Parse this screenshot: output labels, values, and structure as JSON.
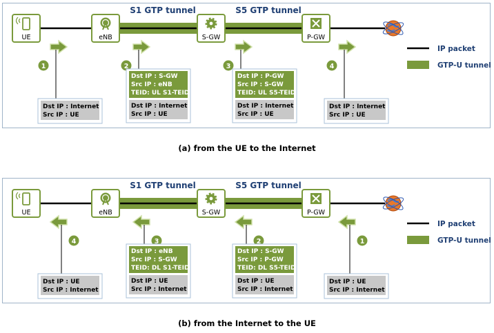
{
  "colors": {
    "tunnel": "#7a9a3c",
    "node_border": "#7a9a3c",
    "node_icon": "#7a9a3c",
    "header_blue": "#1f3f73",
    "grey_box": "#c8c8c8",
    "panel_border": "#9fb3c8",
    "box_border": "#a9c2d8"
  },
  "diagrams": [
    {
      "caption": "(a) from the UE to the Internet",
      "tunnel_labels": [
        "S1 GTP tunnel",
        "S5 GTP tunnel"
      ],
      "nodes": [
        "UE",
        "eNB",
        "S-GW",
        "P-GW"
      ],
      "arrow_direction": "right",
      "steps": [
        {
          "number": "1",
          "inner": [],
          "outer": [
            "Dst IP : Internet",
            "Src IP : UE"
          ]
        },
        {
          "number": "2",
          "inner": [
            "Dst IP : S-GW",
            "Src IP : eNB",
            "TEID: UL S1-TEID"
          ],
          "outer": [
            "Dst IP : Internet",
            "Src IP : UE"
          ]
        },
        {
          "number": "3",
          "inner": [
            "Dst IP : P-GW",
            "Src IP : S-GW",
            "TEID: UL S5-TEID"
          ],
          "outer": [
            "Dst IP : Internet",
            "Src IP : UE"
          ]
        },
        {
          "number": "4",
          "inner": [],
          "outer": [
            "Dst IP : Internet",
            "Src IP : UE"
          ]
        }
      ],
      "legend": [
        "IP packet",
        "GTP-U  tunnel"
      ]
    },
    {
      "caption": "(b) from the Internet to the UE",
      "tunnel_labels": [
        "S1 GTP tunnel",
        "S5 GTP tunnel"
      ],
      "nodes": [
        "UE",
        "eNB",
        "S-GW",
        "P-GW"
      ],
      "arrow_direction": "left",
      "steps": [
        {
          "number": "4",
          "inner": [],
          "outer": [
            "Dst IP : UE",
            "Src IP : Internet"
          ]
        },
        {
          "number": "3",
          "inner": [
            "Dst IP : eNB",
            "Src IP : S-GW",
            "TEID: DL S1-TEID"
          ],
          "outer": [
            "Dst IP : UE",
            "Src IP : Internet"
          ]
        },
        {
          "number": "2",
          "inner": [
            "Dst IP : S-GW",
            "Src IP : P-GW",
            "TEID: DL S5-TEID"
          ],
          "outer": [
            "Dst IP : UE",
            "Src IP : Internet"
          ]
        },
        {
          "number": "1",
          "inner": [],
          "outer": [
            "Dst IP : UE",
            "Src IP : Internet"
          ]
        }
      ],
      "legend": [
        "IP packet",
        "GTP-U  tunnel"
      ]
    }
  ]
}
